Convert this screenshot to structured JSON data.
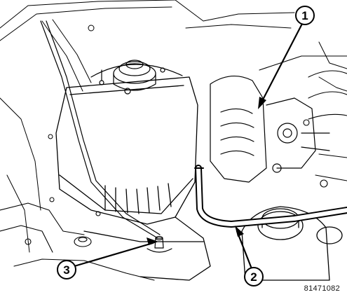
{
  "callouts": [
    {
      "number": "1"
    },
    {
      "number": "2"
    },
    {
      "number": "3"
    }
  ],
  "figure_number": "81471082",
  "colors": {
    "line": "#000000",
    "background": "#ffffff"
  }
}
